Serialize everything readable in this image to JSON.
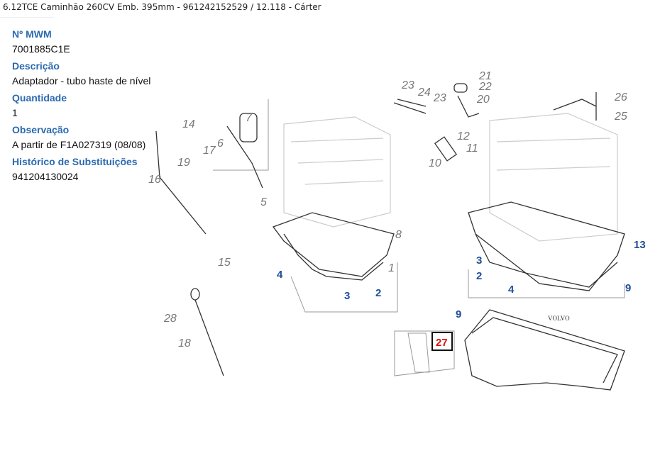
{
  "breadcrumb": "6.12TCE Caminhão 260CV Emb. 395mm - 961242152529  /  12.118 - Cárter",
  "details": [
    {
      "label": "Nº MWM",
      "value": "7001885C1E"
    },
    {
      "label": "Descrição",
      "value": "Adaptador - tubo haste de nível"
    },
    {
      "label": "Quantidade",
      "value": "1"
    },
    {
      "label": "Observação",
      "value": "A partir de F1A027319 (08/08)"
    },
    {
      "label": "Histórico de Substituições",
      "value": "941204130024"
    }
  ],
  "diagram": {
    "brand_text": "VOLVO",
    "callouts_gray": [
      "21",
      "22",
      "23",
      "24",
      "23",
      "20",
      "26",
      "25",
      "14",
      "7",
      "12",
      "6",
      "17",
      "11",
      "19",
      "10",
      "16",
      "5",
      "8",
      "15",
      "1",
      "28",
      "18"
    ],
    "callouts_blue": [
      "4",
      "3",
      "2",
      "13",
      "3",
      "2",
      "4",
      "9",
      "9"
    ],
    "selected_callout": "27",
    "colors": {
      "gray": "#777777",
      "blue": "#1f4e9a",
      "selected": "#e01010"
    }
  }
}
